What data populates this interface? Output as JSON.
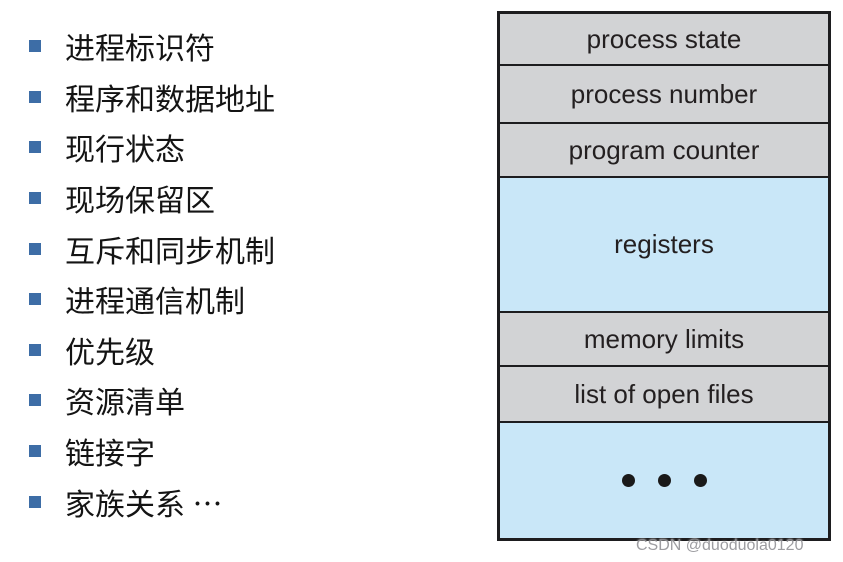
{
  "page": {
    "background_color": "#ffffff"
  },
  "bullet_list": {
    "bullet_color": "#3d6da6",
    "items": [
      "进程标识符",
      "程序和数据地址",
      "现行状态",
      "现场保留区",
      "互斥和同步机制",
      "进程通信机制",
      "优先级",
      "资源清单",
      "链接字",
      "家族关系 ⋯"
    ]
  },
  "pcb_diagram": {
    "border_color": "#1d1d1f",
    "gray_fill": "#d2d3d5",
    "blue_fill": "#c9e7f8",
    "rows": [
      {
        "label": "process state",
        "fill": "gray"
      },
      {
        "label": "process number",
        "fill": "gray"
      },
      {
        "label": "program counter",
        "fill": "gray"
      },
      {
        "label": "registers",
        "fill": "blue"
      },
      {
        "label": "memory limits",
        "fill": "gray"
      },
      {
        "label": "list of open files",
        "fill": "gray"
      },
      {
        "label": "",
        "fill": "blue",
        "dots": true
      }
    ]
  },
  "watermark": {
    "text": "CSDN @duoduola0120"
  }
}
